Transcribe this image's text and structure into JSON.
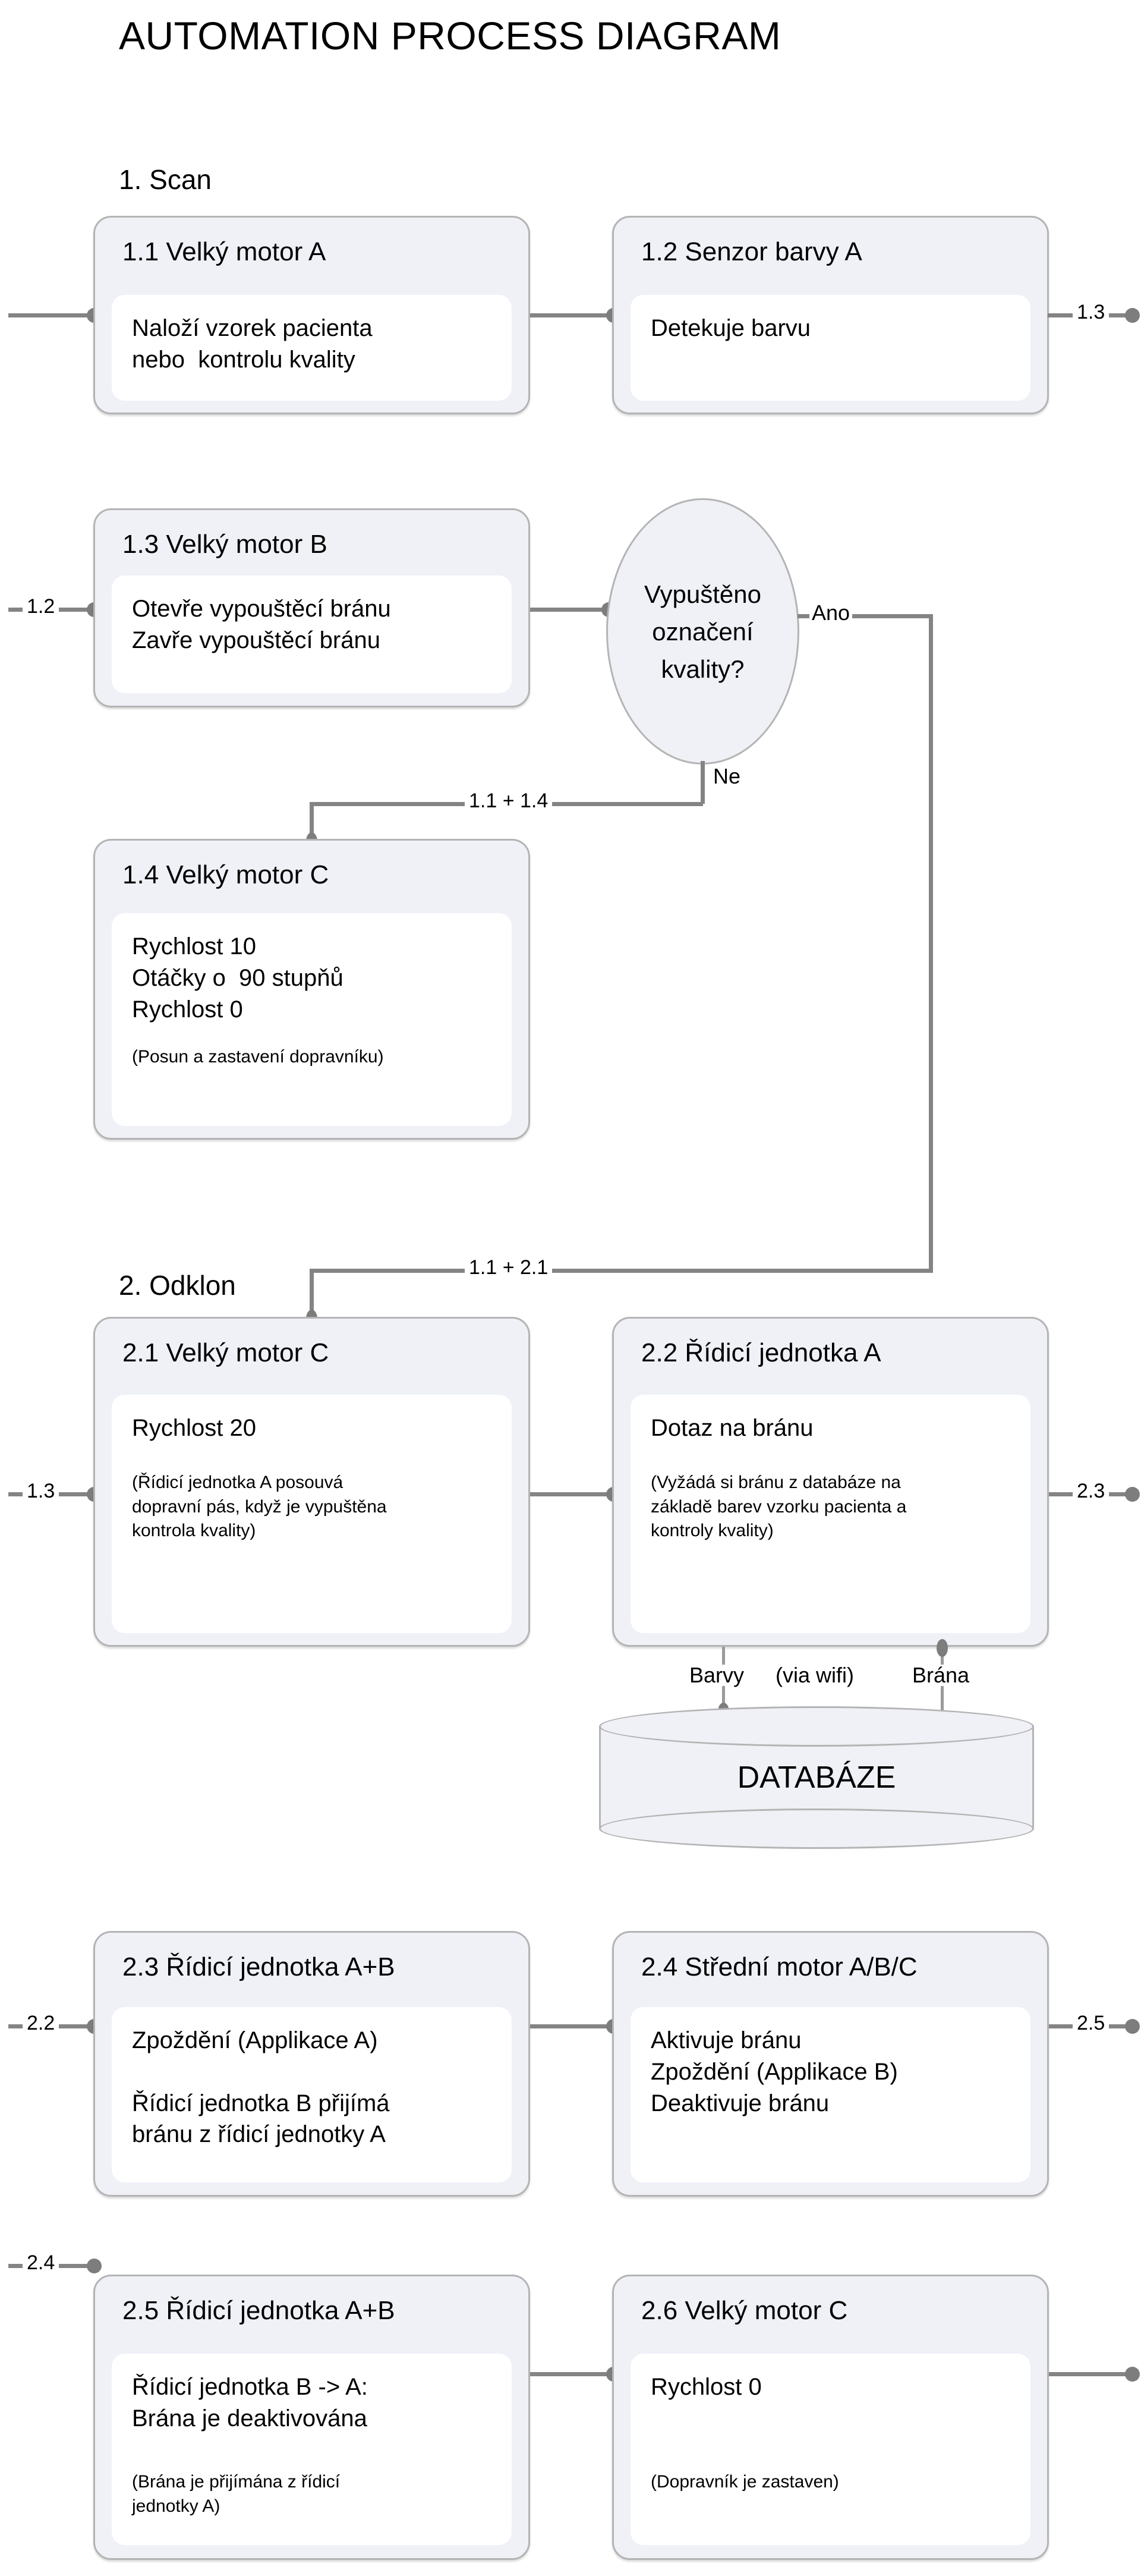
{
  "page": {
    "title": "AUTOMATION PROCESS DIAGRAM"
  },
  "sections": [
    {
      "id": "sec1",
      "label": "1. Scan"
    },
    {
      "id": "sec2",
      "label": "2. Odklon"
    }
  ],
  "nodes": [
    {
      "id": "n11",
      "title": "1.1 Velký motor A",
      "body": "Naloží vzorek pacienta\nnebo  kontrolu kvality",
      "note": ""
    },
    {
      "id": "n12",
      "title": "1.2 Senzor barvy A",
      "body": "Detekuje barvu",
      "note": ""
    },
    {
      "id": "n13",
      "title": "1.3 Velký motor B",
      "body": "Otevře vypouštěcí bránu\nZavře vypouštěcí bránu",
      "note": ""
    },
    {
      "id": "n14",
      "title": "1.4 Velký motor C",
      "body": "Rychlost 10\nOtáčky o  90 stupňů\nRychlost 0",
      "note": "(Posun a zastavení dopravníku)"
    },
    {
      "id": "n21",
      "title": "2.1 Velký motor C",
      "body": "Rychlost 20",
      "note": "(Řídicí jednotka A posouvá\ndopravní pás, když je vypuštěna\nkontrola kvality)"
    },
    {
      "id": "n22",
      "title": "2.2 Řídicí jednotka A",
      "body": "Dotaz na bránu",
      "note": "(Vyžádá si bránu z databáze na\nzákladě barev vzorku pacienta a\nkontroly kvality)"
    },
    {
      "id": "n23",
      "title": "2.3 Řídicí jednotka A+B",
      "body": "Zpoždění (Applikace A)\n\nŘídicí jednotka B přijímá\nbránu z řídicí jednotky A",
      "note": ""
    },
    {
      "id": "n24",
      "title": "2.4 Střední motor A/B/C",
      "body": "Aktivuje bránu\nZpoždění (Applikace B)\nDeaktivuje bránu",
      "note": ""
    },
    {
      "id": "n25",
      "title": "2.5 Řídicí jednotka A+B",
      "body": "Řídicí jednotka B -> A:\nBrána je deaktivována",
      "note": "(Brána je přijímána z řídicí\njednotky A)"
    },
    {
      "id": "n26",
      "title": "2.6 Velký motor C",
      "body": "Rychlost 0",
      "note": "(Dopravník je zastaven)"
    }
  ],
  "decision": {
    "id": "d1",
    "text": "Vypuštěno\noznačení\nkvality?",
    "yes_label": "Ano",
    "no_label": "Ne"
  },
  "database": {
    "label": "DATABÁZE",
    "link_left": "Barvy",
    "link_middle": "(via wifi)",
    "link_right": "Brána"
  },
  "connectors": {
    "out_1_3_row1": "1.3",
    "in_1_2_row2": "1.2",
    "loop_1_1_plus_1_4": "1.1 + 1.4",
    "loop_1_1_plus_2_1": "1.1 + 2.1",
    "in_1_3_row3": "1.3",
    "out_2_3_row3": "2.3",
    "in_2_2_row4": "2.2",
    "out_2_5_row4": "2.5",
    "in_2_4_row5": "2.4"
  },
  "colors": {
    "node_fill": "#eff1f7",
    "node_border": "#b4b4b4",
    "inner_fill": "#ffffff",
    "edge": "#848484",
    "dot": "#7d7d7d",
    "text": "#000000",
    "background": "#ffffff"
  }
}
